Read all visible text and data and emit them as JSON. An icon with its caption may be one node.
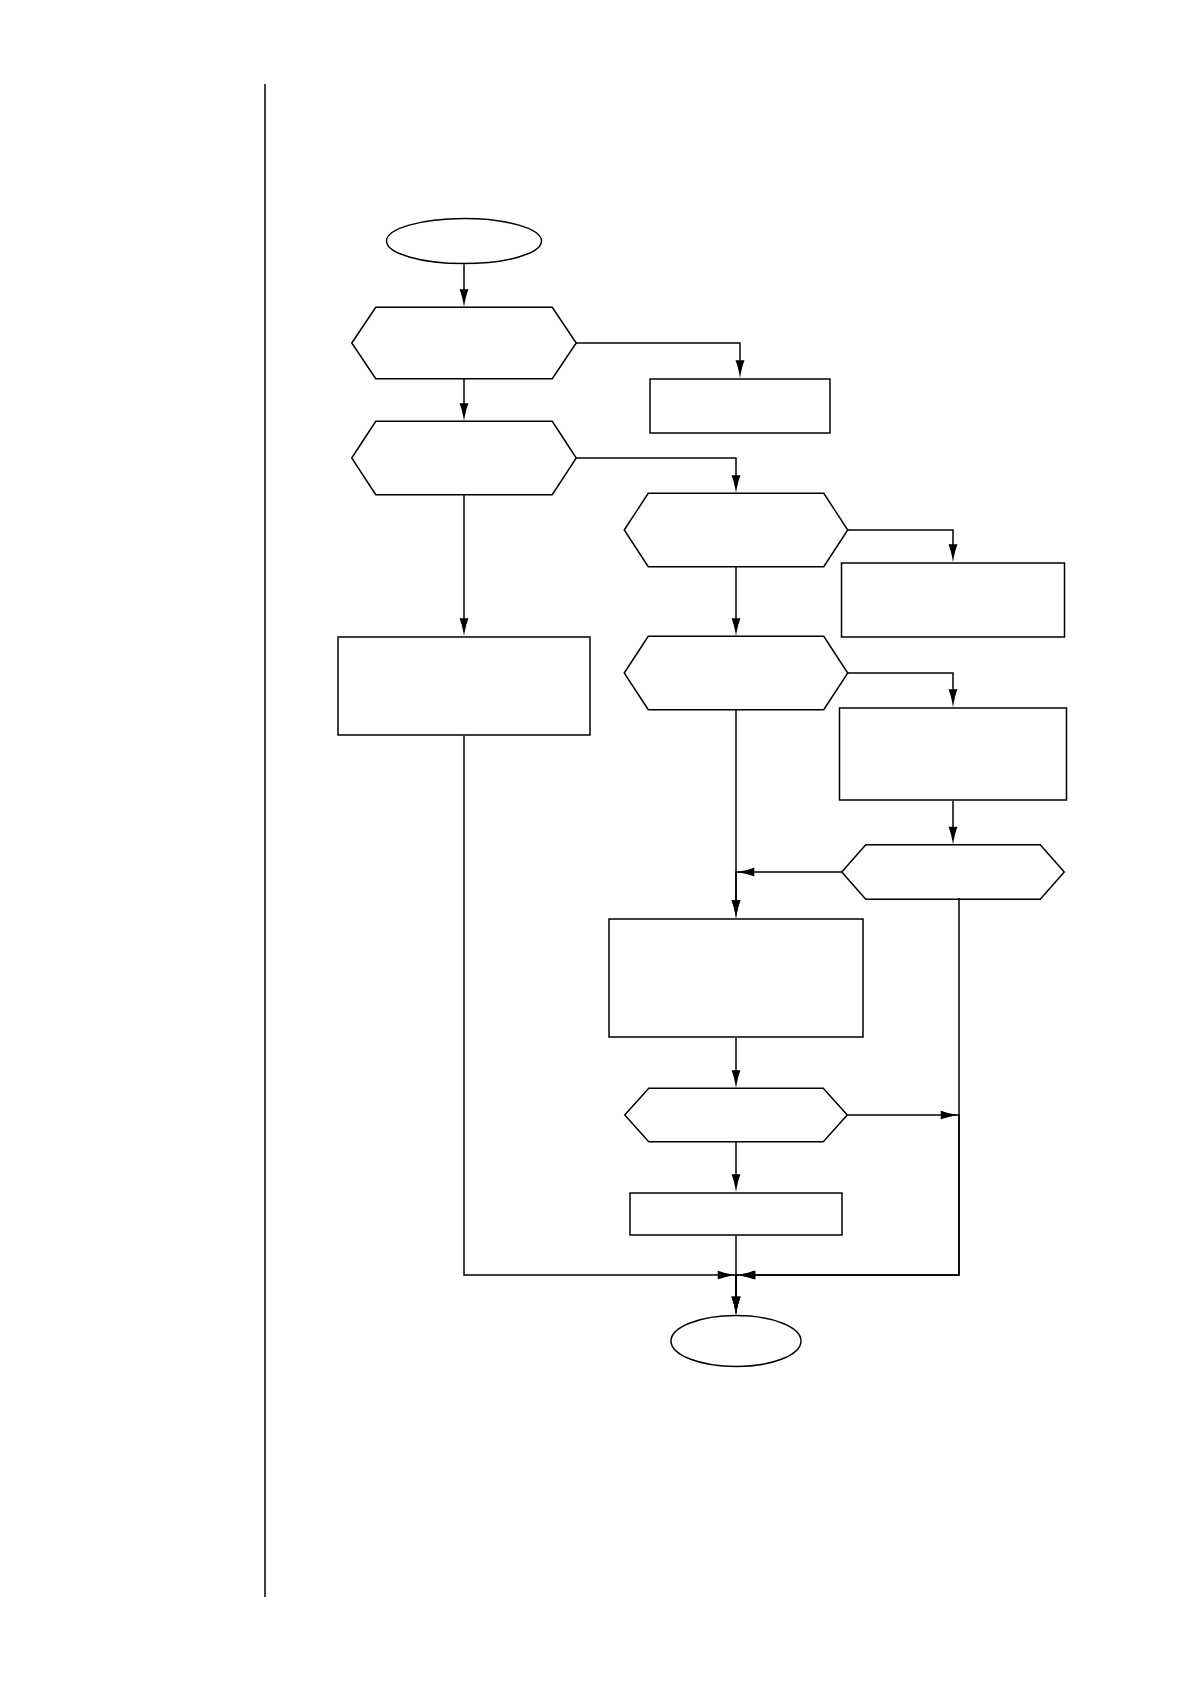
{
  "diagram": {
    "nodes": [
      {
        "text": [],
        "shape": "oval"
      },
      {
        "text": [],
        "shape": "hexagon"
      },
      {
        "text": [],
        "shape": "box"
      },
      {
        "text": [],
        "shape": "hexagon"
      },
      {
        "text": [],
        "shape": "hexagon"
      },
      {
        "text": [],
        "shape": "box"
      },
      {
        "text": [],
        "shape": "box"
      },
      {
        "text": [],
        "shape": "hexagon"
      },
      {
        "text": [],
        "shape": "box"
      },
      {
        "text": [],
        "shape": "hexagon"
      },
      {
        "text": [],
        "shape": "box"
      },
      {
        "text": [],
        "shape": "hexagon"
      },
      {
        "text": [],
        "shape": "box"
      },
      {
        "text": [],
        "shape": "oval"
      }
    ],
    "edges": [
      {
        "from": 0,
        "to": 1,
        "arrow": "to"
      },
      {
        "from": 1,
        "to": 3,
        "arrow": "to"
      },
      {
        "from": 1,
        "to": 2,
        "arrow": "to"
      },
      {
        "from": 3,
        "to": 4,
        "arrow": "to"
      },
      {
        "from": 3,
        "to": 6,
        "arrow": "to"
      },
      {
        "from": 4,
        "to": 7,
        "arrow": "to"
      },
      {
        "from": 4,
        "to": 5,
        "arrow": "to"
      },
      {
        "from": 7,
        "to": 10,
        "arrow": "to"
      },
      {
        "from": 7,
        "to": 8,
        "arrow": "to"
      },
      {
        "from": 8,
        "to": 9,
        "arrow": "to"
      },
      {
        "from": 9,
        "to": 10,
        "arrow": "to"
      },
      {
        "from": 10,
        "to": 11,
        "arrow": "to"
      },
      {
        "from": 11,
        "to": 12,
        "arrow": "to"
      },
      {
        "from": 11,
        "to": 13,
        "arrow": "to"
      },
      {
        "from": 9,
        "to": 13,
        "arrow": "to"
      },
      {
        "from": 6,
        "to": 13,
        "arrow": "to"
      },
      {
        "from": 12,
        "to": 13,
        "arrow": "to"
      }
    ]
  }
}
